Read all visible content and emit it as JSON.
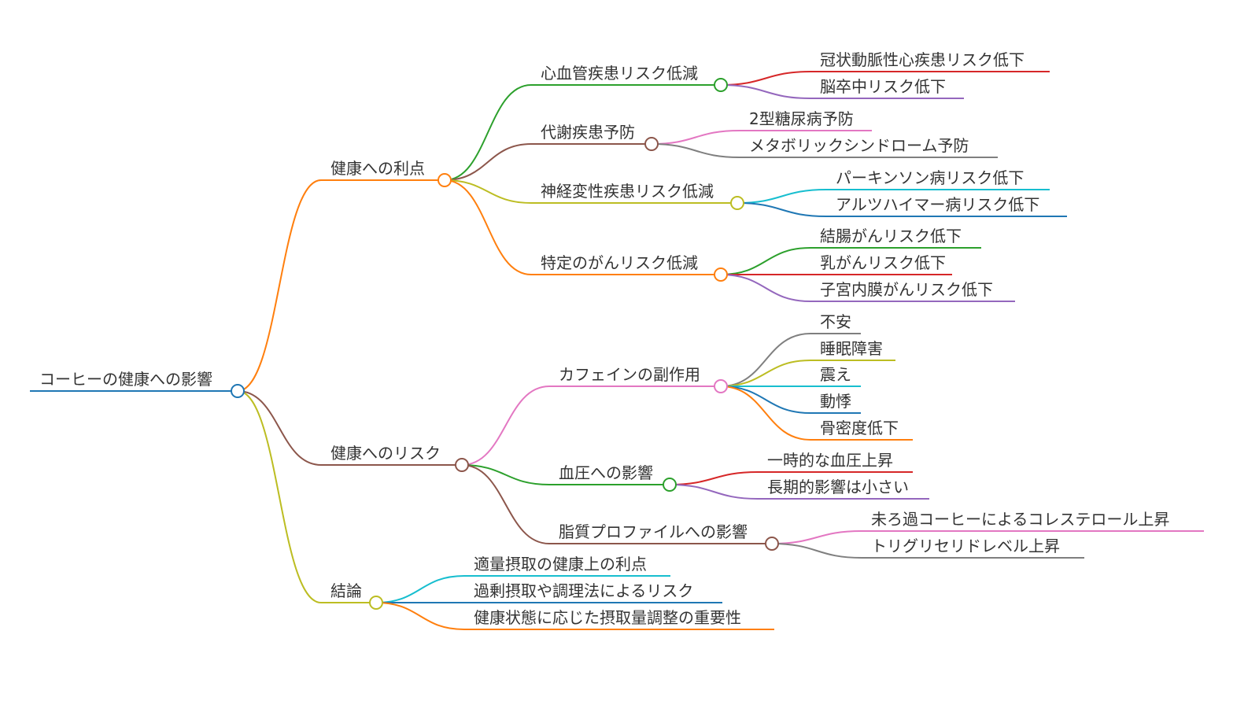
{
  "root": {
    "label": "コーヒーの健康への影響",
    "color": "#1f77b4"
  },
  "branches": [
    {
      "label": "健康への利点",
      "color": "#ff7f0e",
      "children": [
        {
          "label": "心血管疾患リスク低減",
          "color": "#2ca02c",
          "children": [
            {
              "label": "冠状動脈性心疾患リスク低下",
              "color": "#d62728"
            },
            {
              "label": "脳卒中リスク低下",
              "color": "#9467bd"
            }
          ]
        },
        {
          "label": "代謝疾患予防",
          "color": "#8c564b",
          "children": [
            {
              "label": "2型糖尿病予防",
              "color": "#e377c2"
            },
            {
              "label": "メタボリックシンドローム予防",
              "color": "#7f7f7f"
            }
          ]
        },
        {
          "label": "神経変性疾患リスク低減",
          "color": "#bcbd22",
          "children": [
            {
              "label": "パーキンソン病リスク低下",
              "color": "#17becf"
            },
            {
              "label": "アルツハイマー病リスク低下",
              "color": "#1f77b4"
            }
          ]
        },
        {
          "label": "特定のがんリスク低減",
          "color": "#ff7f0e",
          "children": [
            {
              "label": "結腸がんリスク低下",
              "color": "#2ca02c"
            },
            {
              "label": "乳がんリスク低下",
              "color": "#d62728"
            },
            {
              "label": "子宮内膜がんリスク低下",
              "color": "#9467bd"
            }
          ]
        }
      ]
    },
    {
      "label": "健康へのリスク",
      "color": "#8c564b",
      "children": [
        {
          "label": "カフェインの副作用",
          "color": "#e377c2",
          "children": [
            {
              "label": "不安",
              "color": "#7f7f7f"
            },
            {
              "label": "睡眠障害",
              "color": "#bcbd22"
            },
            {
              "label": "震え",
              "color": "#17becf"
            },
            {
              "label": "動悸",
              "color": "#1f77b4"
            },
            {
              "label": "骨密度低下",
              "color": "#ff7f0e"
            }
          ]
        },
        {
          "label": "血圧への影響",
          "color": "#2ca02c",
          "children": [
            {
              "label": "一時的な血圧上昇",
              "color": "#d62728"
            },
            {
              "label": "長期的影響は小さい",
              "color": "#9467bd"
            }
          ]
        },
        {
          "label": "脂質プロファイルへの影響",
          "color": "#8c564b",
          "children": [
            {
              "label": "未ろ過コーヒーによるコレステロール上昇",
              "color": "#e377c2"
            },
            {
              "label": "トリグリセリドレベル上昇",
              "color": "#7f7f7f"
            }
          ]
        }
      ]
    },
    {
      "label": "結論",
      "color": "#bcbd22",
      "children": [
        {
          "label": "適量摂取の健康上の利点",
          "color": "#17becf"
        },
        {
          "label": "過剰摂取や調理法によるリスク",
          "color": "#1f77b4"
        },
        {
          "label": "健康状態に応じた摂取量調整の重要性",
          "color": "#ff7f0e"
        }
      ]
    }
  ]
}
